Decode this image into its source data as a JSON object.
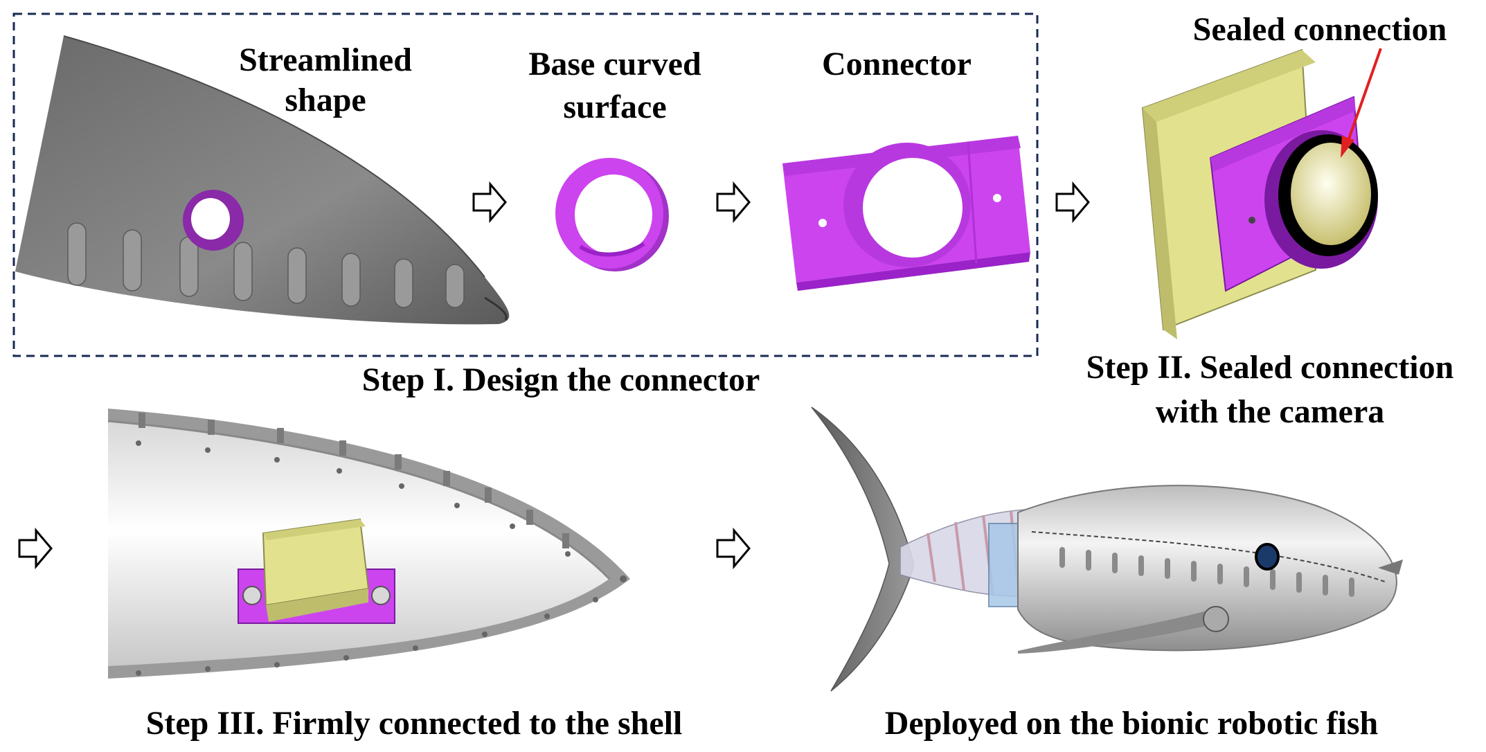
{
  "labels": {
    "streamlined_l1": "Streamlined",
    "streamlined_l2": "shape",
    "base_l1": "Base curved",
    "base_l2": "surface",
    "connector": "Connector",
    "sealed": "Sealed connection",
    "step1": "Step I. Design the connector",
    "step2_l1": "Step II. Sealed connection",
    "step2_l2": "with the camera",
    "step3": "Step III. Firmly connected to the shell",
    "deployed": "Deployed on the bionic robotic fish"
  },
  "colors": {
    "magenta": "#cc44ee",
    "magenta_dark": "#9a22c8",
    "shell_gray": "#7a7a7a",
    "shell_light": "#e8e8e8",
    "camera_box": "#e2e28e",
    "box_border": "#1a2a55",
    "arrow_red": "#e02020"
  },
  "icons": [
    "process-arrow-icon"
  ]
}
